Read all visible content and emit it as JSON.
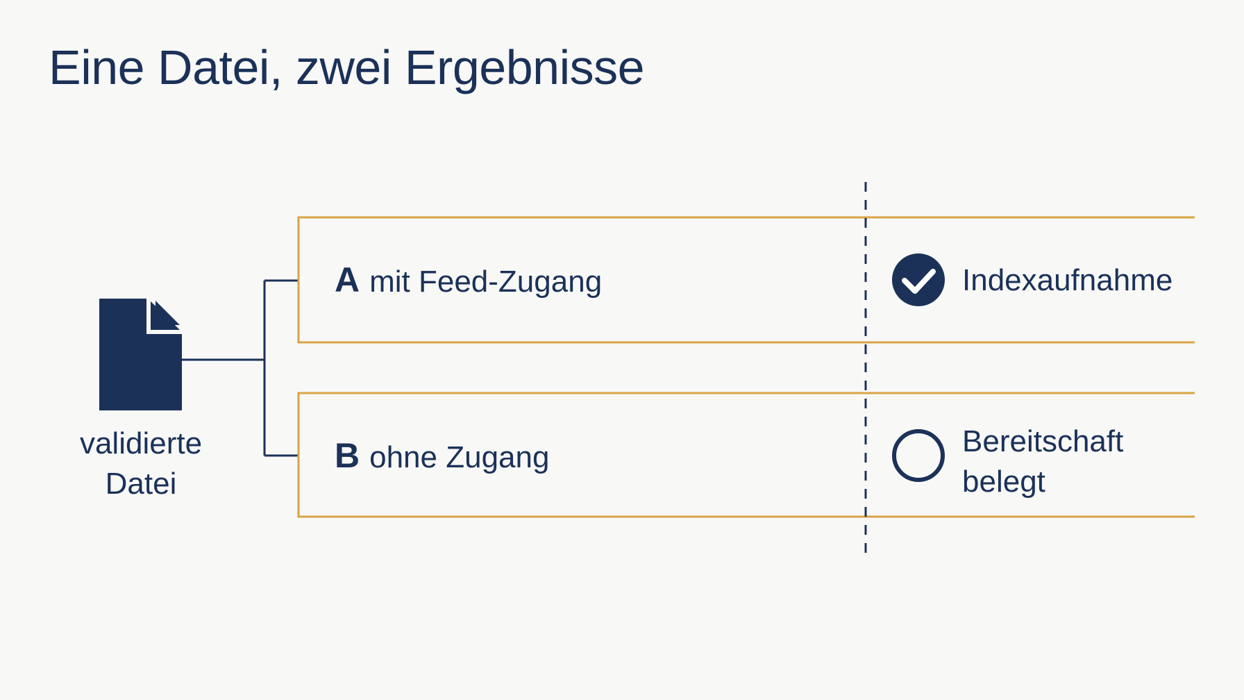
{
  "title": "Eine Datei, zwei Ergebnisse",
  "source": {
    "icon": "document-icon",
    "label_line1": "validierte",
    "label_line2": "Datei"
  },
  "options": [
    {
      "letter": "A",
      "text": "mit Feed-Zugang",
      "result_icon": "check-circle-icon",
      "result_line1": "Indexaufnahme",
      "result_line2": ""
    },
    {
      "letter": "B",
      "text": "ohne Zugang",
      "result_icon": "empty-circle-icon",
      "result_line1": "Bereitschaft",
      "result_line2": "belegt"
    }
  ],
  "colors": {
    "navy": "#1b3158",
    "gold": "#d9a444",
    "background": "#f8f8f7"
  }
}
